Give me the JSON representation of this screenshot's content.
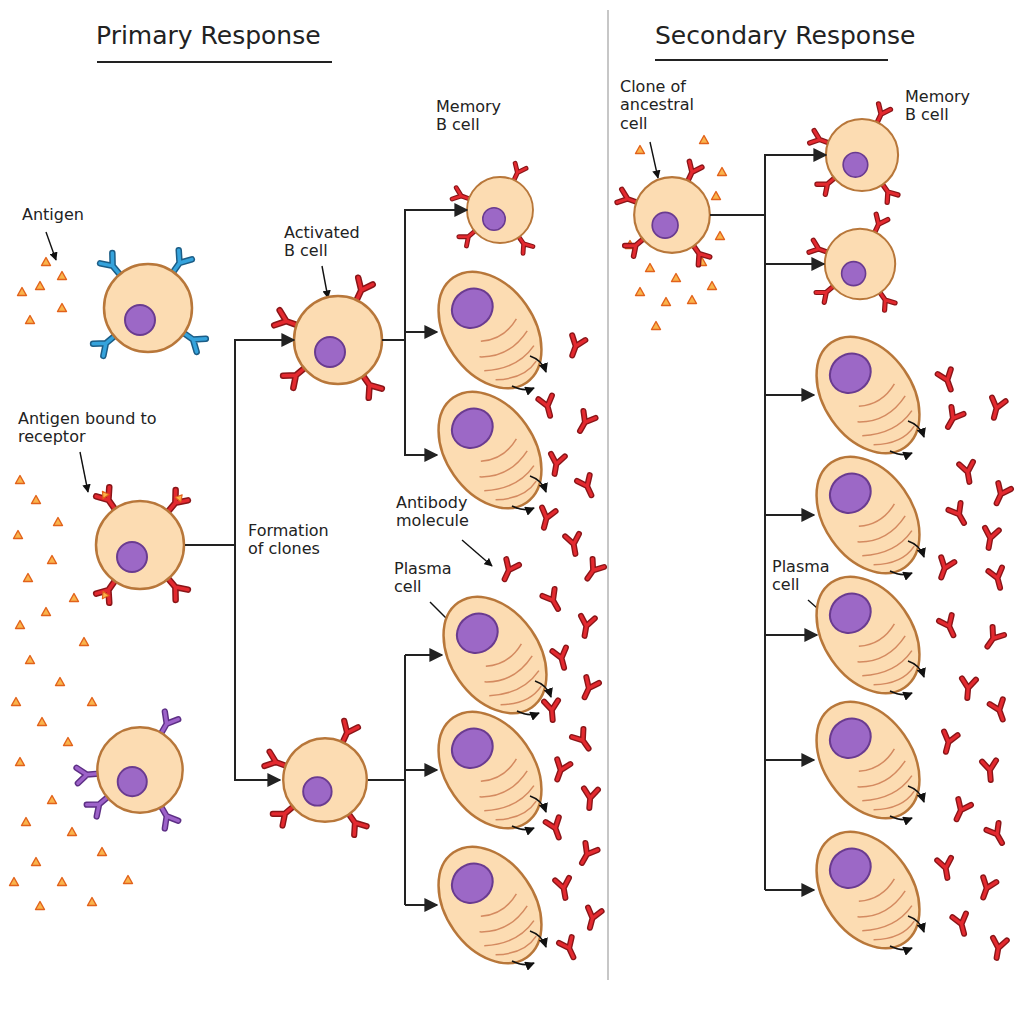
{
  "diagram": {
    "nodes": [
      {
        "text": [
          "Antigen bound to receptor"
        ]
      },
      {
        "text": [
          "Activated B cell"
        ]
      },
      {
        "text": [
          "Memory B cell"
        ]
      },
      {
        "text": [
          "Plasma cell"
        ]
      },
      {
        "text": [
          "Clone of ancestral cell"
        ]
      },
      {
        "text": [
          "Memory B cell"
        ]
      },
      {
        "text": [
          "Plasma cell"
        ]
      }
    ],
    "edges": [
      {
        "from": 0,
        "to": 1,
        "arrow": "to"
      },
      {
        "from": 1,
        "to": 2,
        "arrow": "to"
      },
      {
        "from": 4,
        "to": 5,
        "arrow": "to"
      },
      {
        "from": 4,
        "to": 6,
        "arrow": "to"
      }
    ],
    "labels": [
      "Primary Response",
      "Secondary Response",
      "Antigen",
      "Formation of clones",
      "Antibody molecule"
    ]
  }
}
